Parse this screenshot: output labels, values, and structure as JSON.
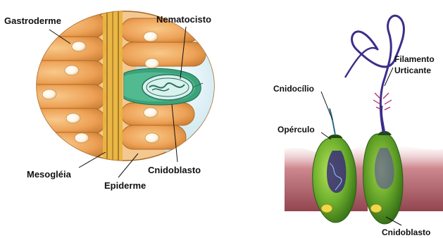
{
  "left_diagram": {
    "labels": {
      "gastroderme": "Gastroderme",
      "nematocisto": "Nematocisto",
      "mesogleia": "Mesogléia",
      "epiderme": "Epiderme",
      "cnidoblasto": "Cnidoblasto"
    }
  },
  "right_diagram": {
    "labels": {
      "filamento_line1": "Filamento",
      "filamento_line2": "Urticante",
      "cnidocilio": "Cnidocílio",
      "operculo": "Opérculo",
      "cnidoblasto": "Cnidoblasto"
    }
  },
  "colors": {
    "tissue_orange": "#eda257",
    "tissue_dark": "#b56a22",
    "mesoglea_yellow": "#e8b540",
    "cell_green": "#5fa02a",
    "cell_dark_green": "#2f6614",
    "filament_blue": "#3d2d8a",
    "tissue_maroon": "#8a2f38"
  }
}
